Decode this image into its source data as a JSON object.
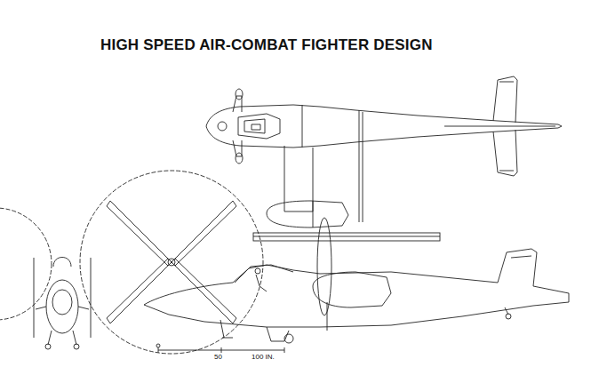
{
  "diagram": {
    "title": "HIGH SPEED AIR-COMBAT FIGHTER DESIGN",
    "labels": [
      "50",
      "100 IN."
    ]
  }
}
